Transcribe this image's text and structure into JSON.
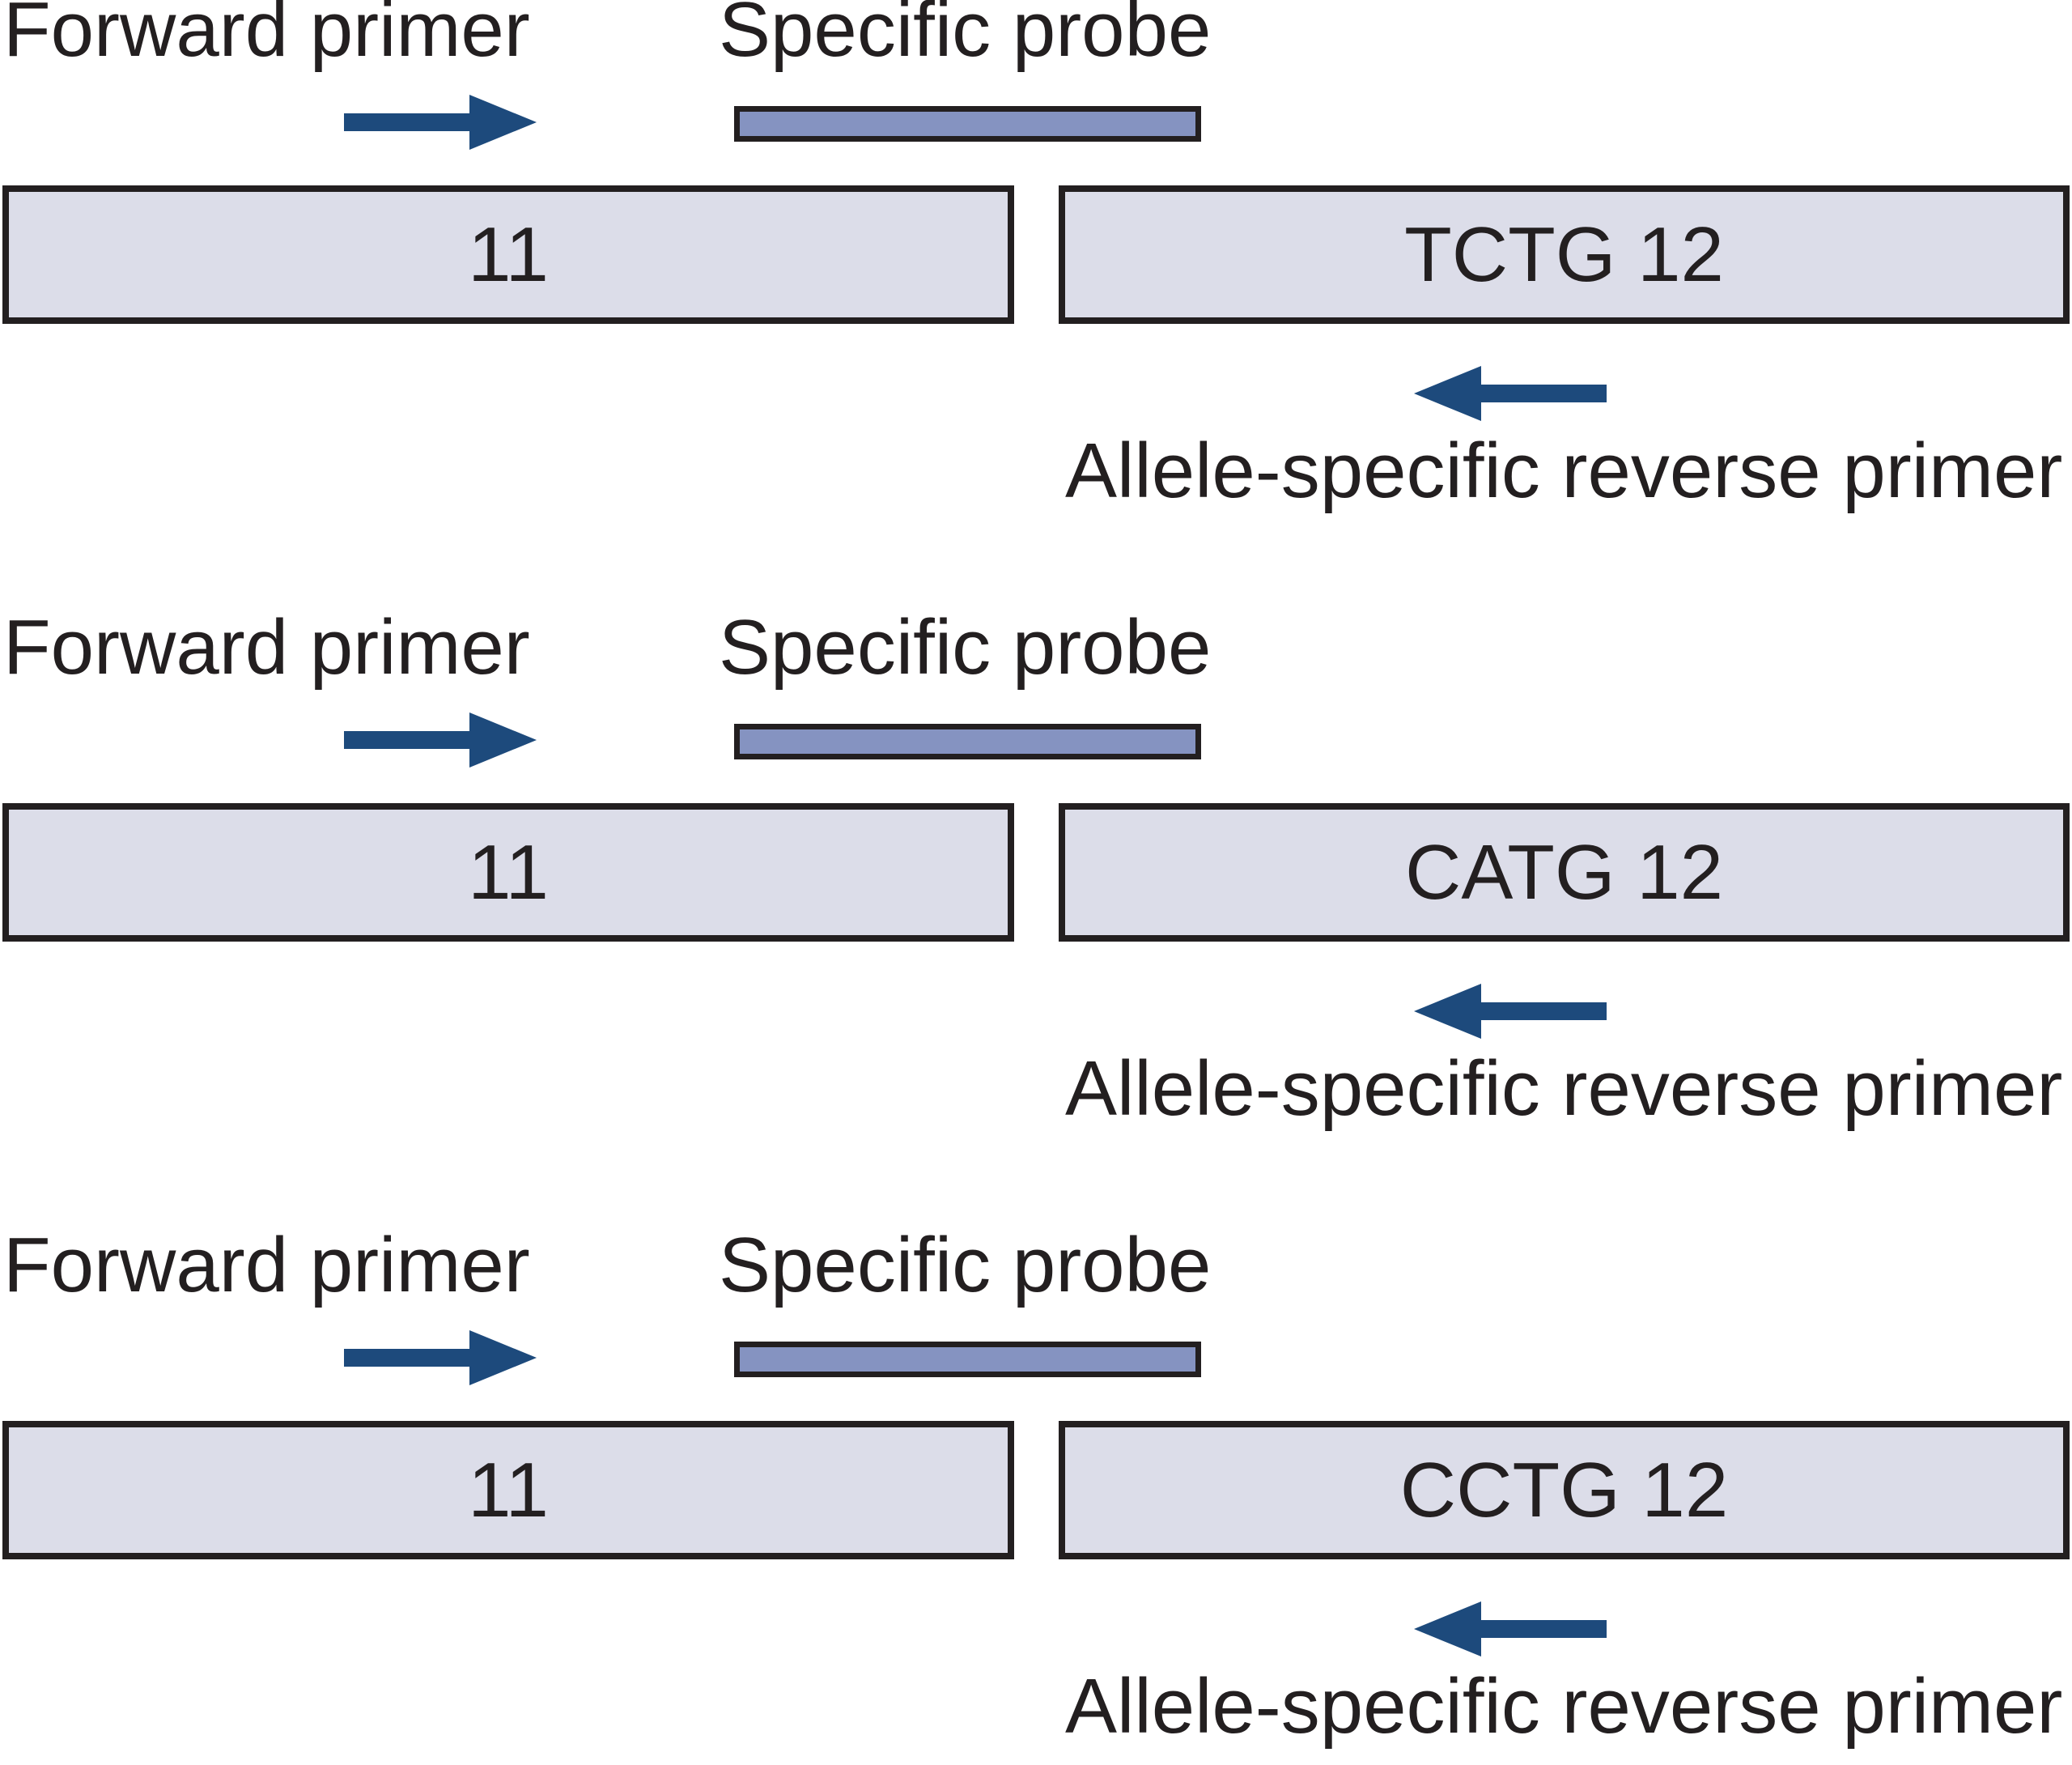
{
  "colors": {
    "background": "#ffffff",
    "text": "#231f20",
    "outline": "#231f20",
    "arrow": "#1d4a7c",
    "probe_fill": "#8593c1",
    "segment_fill": "#dcdde9"
  },
  "panels": [
    {
      "forward_primer_label": "Forward primer",
      "specific_probe_label": "Specific probe",
      "left_segment_label": "11",
      "right_segment_label": "TCTG 12",
      "reverse_primer_label": "Allele-specific reverse primer"
    },
    {
      "forward_primer_label": "Forward primer",
      "specific_probe_label": "Specific probe",
      "left_segment_label": "11",
      "right_segment_label": "CATG 12",
      "reverse_primer_label": "Allele-specific reverse primer"
    },
    {
      "forward_primer_label": "Forward primer",
      "specific_probe_label": "Specific probe",
      "left_segment_label": "11",
      "right_segment_label": "CCTG 12",
      "reverse_primer_label": "Allele-specific reverse primer"
    }
  ]
}
